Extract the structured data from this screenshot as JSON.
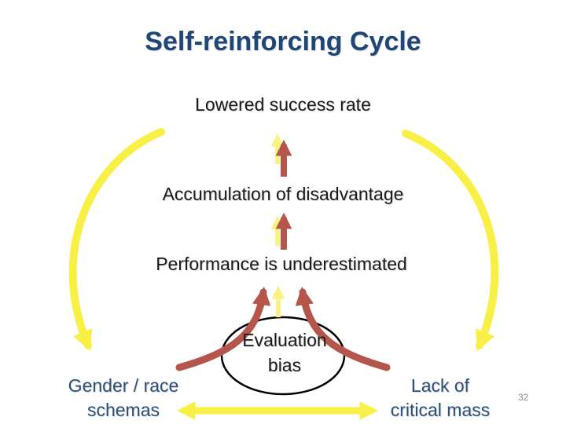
{
  "slide": {
    "title": "Self-reinforcing Cycle",
    "page_number": "32"
  },
  "cycle_items": {
    "top": "Lowered success rate",
    "middle": "Accumulation of disadvantage",
    "bottom": "Performance is underestimated"
  },
  "bias_ellipse": {
    "line1": "Evaluation",
    "line2": "bias"
  },
  "left_label": {
    "line1": "Gender / race",
    "line2": "schemas"
  },
  "right_label": {
    "line1": "Lack of",
    "line2": "critical mass"
  },
  "colors": {
    "title_blue": "#1F4675",
    "label_blue": "#2B4F76",
    "arrow_yellow": "#F8F046",
    "arrow_yellow_pale": "#FAF282",
    "arrow_red": "#B5564C",
    "ellipse_outline": "#000000",
    "body_text": "#1A1A1A",
    "page_number_gray": "#8C8C8C"
  },
  "arrows": [
    {
      "name": "cycle-arc-left-arrow",
      "color": "yellow",
      "desc": "large arc curving down the left side toward Gender / race schemas"
    },
    {
      "name": "cycle-arc-right-arrow",
      "color": "yellow",
      "desc": "large arc curving down the right side toward Lack of critical mass"
    },
    {
      "name": "up-arrow-yellow-1",
      "color": "pale-yellow",
      "desc": "up arrow from Accumulation of disadvantage to Lowered success rate"
    },
    {
      "name": "up-arrow-red-1",
      "color": "red",
      "desc": "up arrow from Accumulation of disadvantage to Lowered success rate"
    },
    {
      "name": "up-arrow-yellow-2",
      "color": "pale-yellow",
      "desc": "up arrow from Performance is underestimated to Accumulation of disadvantage"
    },
    {
      "name": "up-arrow-red-2",
      "color": "red",
      "desc": "up arrow from Performance is underestimated to Accumulation of disadvantage"
    },
    {
      "name": "ellipse-up-arrow",
      "color": "pale-yellow",
      "desc": "up arrow from Evaluation bias ellipse to Performance is underestimated"
    },
    {
      "name": "red-curve-left-arrow",
      "color": "red",
      "desc": "curved arrow from Gender / race schemas up through ellipse"
    },
    {
      "name": "red-curve-right-arrow",
      "color": "red",
      "desc": "curved arrow from Lack of critical mass up through ellipse"
    },
    {
      "name": "bottom-double-arrow",
      "color": "yellow",
      "desc": "double-headed arrow between schemas and critical mass"
    }
  ]
}
